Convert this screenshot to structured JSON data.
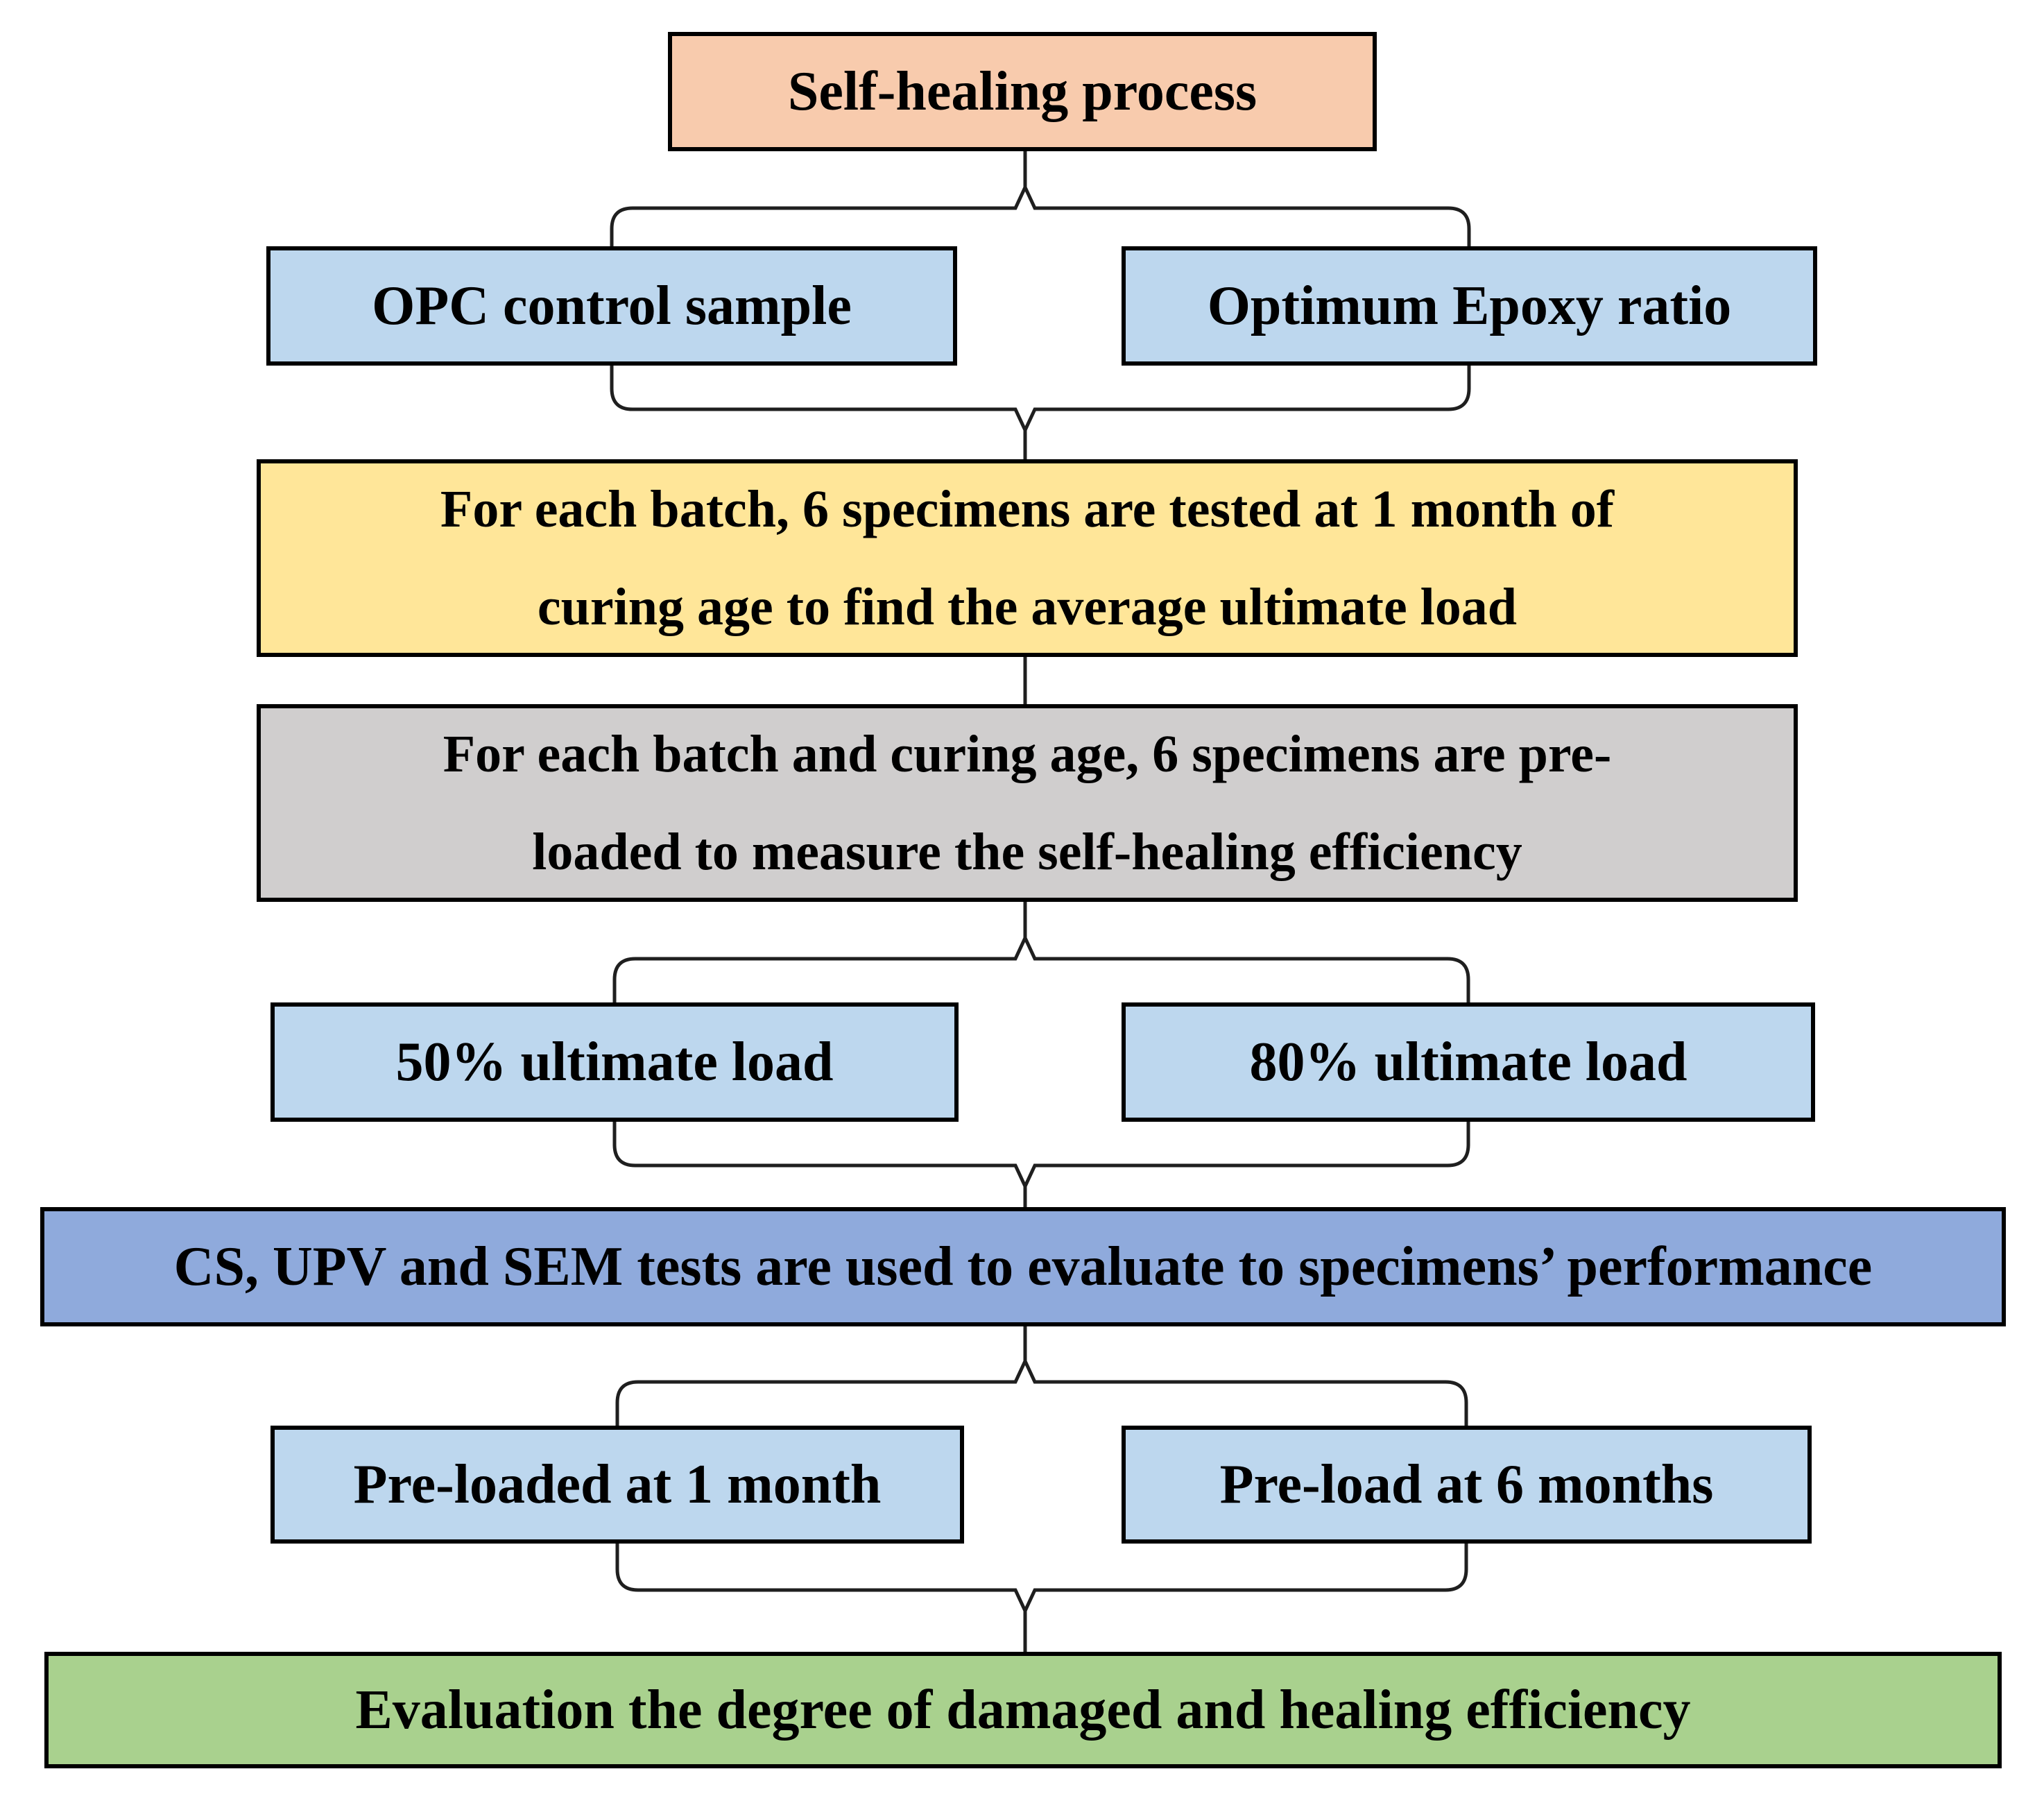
{
  "diagram": {
    "title": "Self-healing process flowchart",
    "colors": {
      "start_fill": "#F8CBAD",
      "light_blue_fill": "#BDD7EE",
      "yellow_fill": "#FFE699",
      "gray_fill": "#D0CECE",
      "medium_blue_fill": "#8FAADC",
      "green_fill": "#A9D18E",
      "border": "#000000",
      "connector": "#1F1F1F"
    },
    "nodes": {
      "start": {
        "label": "Self-healing process",
        "fill": "#F8CBAD"
      },
      "opc": {
        "label": "OPC control sample",
        "fill": "#BDD7EE"
      },
      "epoxy": {
        "label": "Optimum Epoxy ratio",
        "fill": "#BDD7EE"
      },
      "ultimate_test": {
        "label": "For each batch, 6 specimens are tested at 1 month of\ncuring age to find the average ultimate load",
        "fill": "#FFE699"
      },
      "preload_measure": {
        "label": "For each batch and curing age, 6 specimens are pre-\nloaded to measure the self-healing efficiency",
        "fill": "#D0CECE"
      },
      "load50": {
        "label": "50% ultimate load",
        "fill": "#BDD7EE"
      },
      "load80": {
        "label": "80% ultimate load",
        "fill": "#BDD7EE"
      },
      "tests": {
        "label": "CS, UPV and SEM tests are used to evaluate to specimens’ performance",
        "fill": "#8FAADC"
      },
      "preload_1m": {
        "label": "Pre-loaded at 1 month",
        "fill": "#BDD7EE"
      },
      "preload_6m": {
        "label": "Pre-load at 6 months",
        "fill": "#BDD7EE"
      },
      "evaluation": {
        "label": "Evaluation the degree of damaged and healing efficiency",
        "fill": "#A9D18E"
      }
    }
  }
}
